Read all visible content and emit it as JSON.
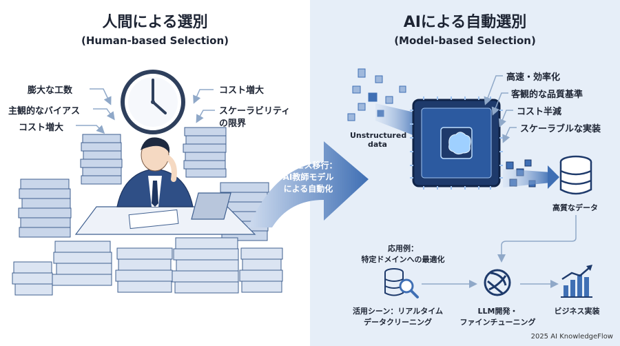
{
  "left": {
    "title": "人間による選別",
    "subtitle": "(Human-based Selection)",
    "issues_left": [
      "膨大な工数",
      "主観的なバイアス",
      "コスト増大"
    ],
    "issues_right": [
      "コスト増大",
      "スケーラビリティ",
      "の限界"
    ]
  },
  "transition": {
    "lines": [
      "プロセス移行：",
      "AI教師モデル",
      "による自動化"
    ]
  },
  "right": {
    "title": "AIによる自動選別",
    "subtitle": "(Model-based Selection)",
    "benefits": [
      "高速・効率化",
      "客観的な品質基準",
      "コスト半減",
      "スケーラブルな実装"
    ],
    "input_label": [
      "Unstructured",
      "data"
    ],
    "output_label": "高質なデータ",
    "application_label": [
      "応用例：",
      "特定ドメインへの最適化"
    ],
    "flow": [
      {
        "label": [
          "活用シーン：リアルタイム",
          "データクリーニング"
        ],
        "icon": "database-search-icon"
      },
      {
        "label": [
          "LLM開発・",
          "ファインチューニング"
        ],
        "icon": "openai-knot-icon"
      },
      {
        "label": [
          "ビジネス実装"
        ],
        "icon": "bar-chart-icon"
      }
    ]
  },
  "footer": "2025 AI KnowledgeFlow",
  "colors": {
    "accent": "#3f6fb4",
    "light": "#cfdcef",
    "panel": "#e6eef8"
  }
}
